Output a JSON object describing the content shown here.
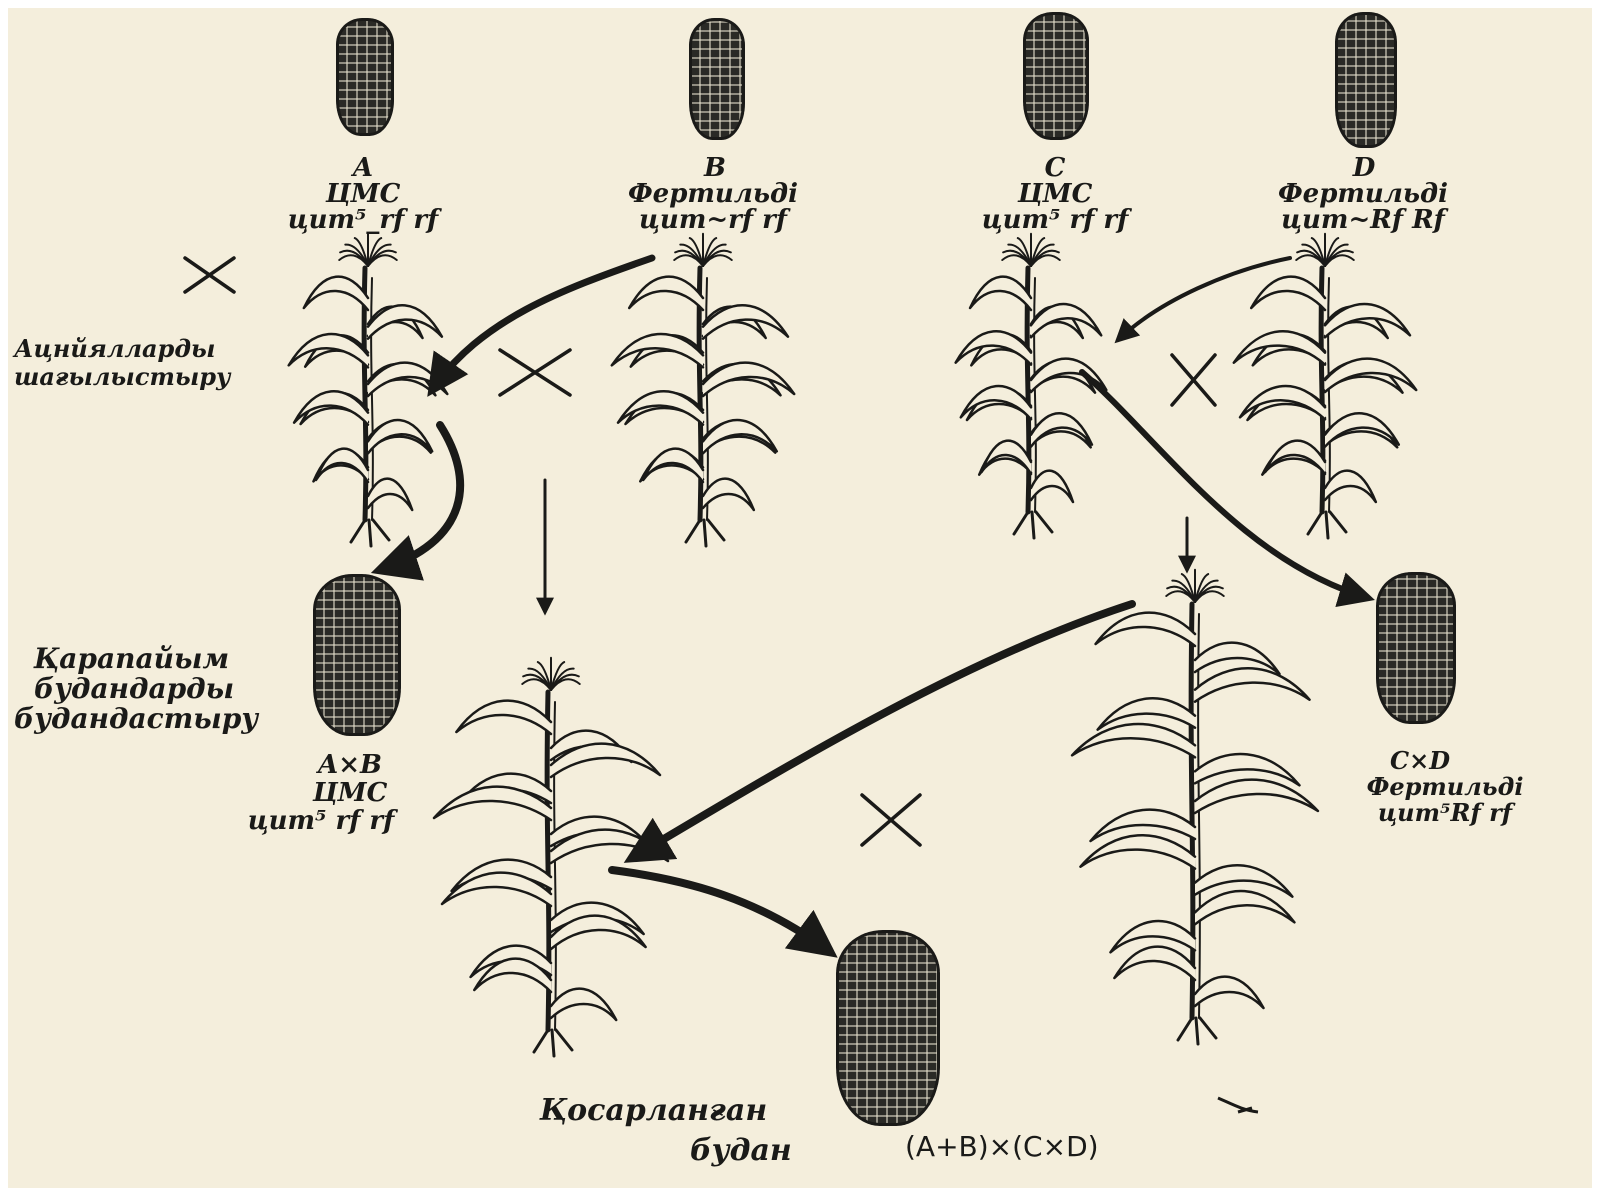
{
  "parents": {
    "a": {
      "letter": "A",
      "type": "ЦМС",
      "genotype": "цит⁵_rf rf"
    },
    "b": {
      "letter": "B",
      "type": "Фертильді",
      "genotype": "цит~rf rf"
    },
    "c": {
      "letter": "C",
      "type": "ЦМС",
      "genotype": "цит⁵ rf rf"
    },
    "d": {
      "letter": "D",
      "type": "Фертильді",
      "genotype": "цит~Rf Rf"
    }
  },
  "process": {
    "pollination_line1": "Ацнйялларды",
    "pollination_line2": "шағылыстыру",
    "simple_line1": "Қарапайым",
    "simple_line2": "будандарды",
    "simple_line3": "будандастыру"
  },
  "hybrids": {
    "ab": {
      "name": "A×B",
      "type": "ЦМС",
      "genotype": "цит⁵ rf rf"
    },
    "cd": {
      "name": "C×D",
      "type": "Фертильді",
      "genotype": "цит⁵Rf rf"
    }
  },
  "final": {
    "line1": "Қосарланған",
    "line2": "будан",
    "formula": "(A+B)×(C×D)"
  },
  "cross_symbol": "×",
  "colors": {
    "ink": "#1a1a18",
    "paper": "#f4eedc"
  },
  "icons": [
    "corn-ear-icon",
    "corn-plant-icon",
    "arrow-icon",
    "cross-icon"
  ]
}
